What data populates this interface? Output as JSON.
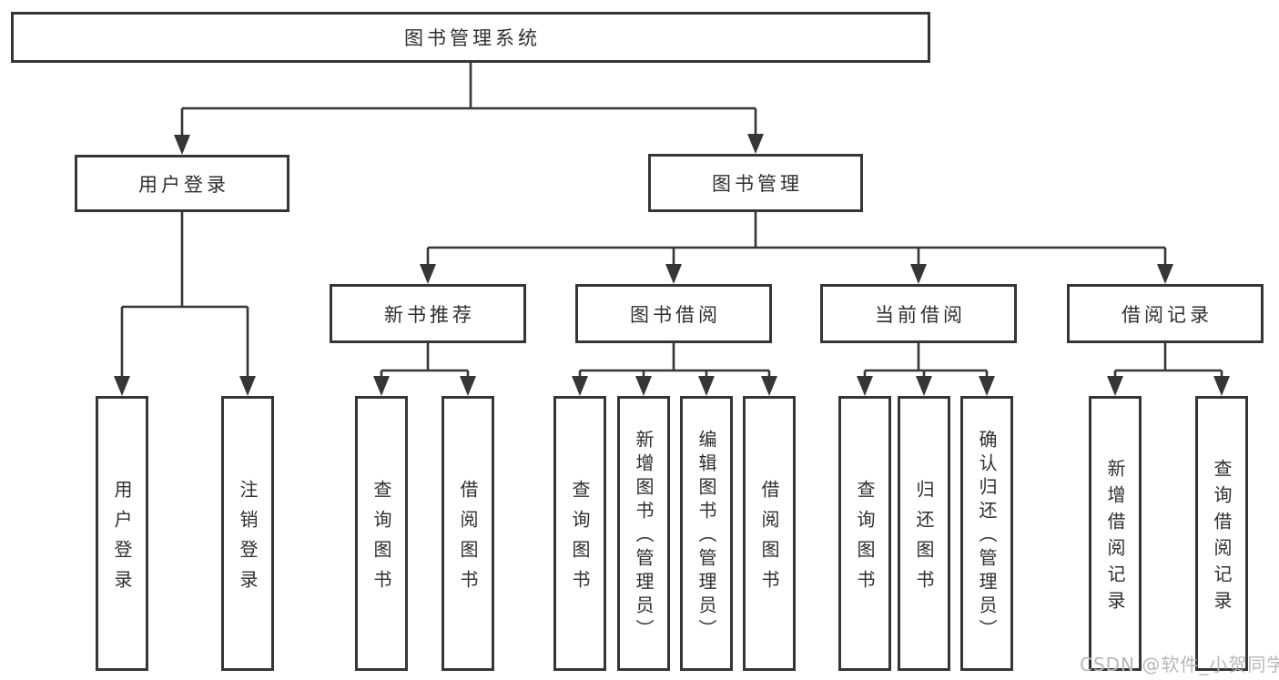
{
  "chart": {
    "root": {
      "label": "图书管理系统"
    },
    "branches": [
      {
        "label": "用户登录",
        "children": [
          {
            "label": "用户登录"
          },
          {
            "label": "注销登录"
          }
        ]
      },
      {
        "label": "图书管理",
        "groups": [
          {
            "label": "新书推荐",
            "children": [
              {
                "label": "查询图书"
              },
              {
                "label": "借阅图书"
              }
            ]
          },
          {
            "label": "图书借阅",
            "children": [
              {
                "label": "查询图书"
              },
              {
                "label": "新增图书（管理员）"
              },
              {
                "label": "编辑图书（管理员）"
              },
              {
                "label": "借阅图书"
              }
            ]
          },
          {
            "label": "当前借阅",
            "children": [
              {
                "label": "查询图书"
              },
              {
                "label": "归还图书"
              },
              {
                "label": "确认归还（管理员）"
              }
            ]
          },
          {
            "label": "借阅记录",
            "children": [
              {
                "label": "新增借阅记录"
              },
              {
                "label": "查询借阅记录"
              }
            ]
          }
        ]
      }
    ]
  },
  "watermark": {
    "text": "CSDN @软件_小贺同学"
  },
  "colors": {
    "line": "#363636",
    "box_border": "#363636",
    "text": "#2f2f2f",
    "watermark": "#b8b8b8",
    "background": "#ffffff"
  }
}
